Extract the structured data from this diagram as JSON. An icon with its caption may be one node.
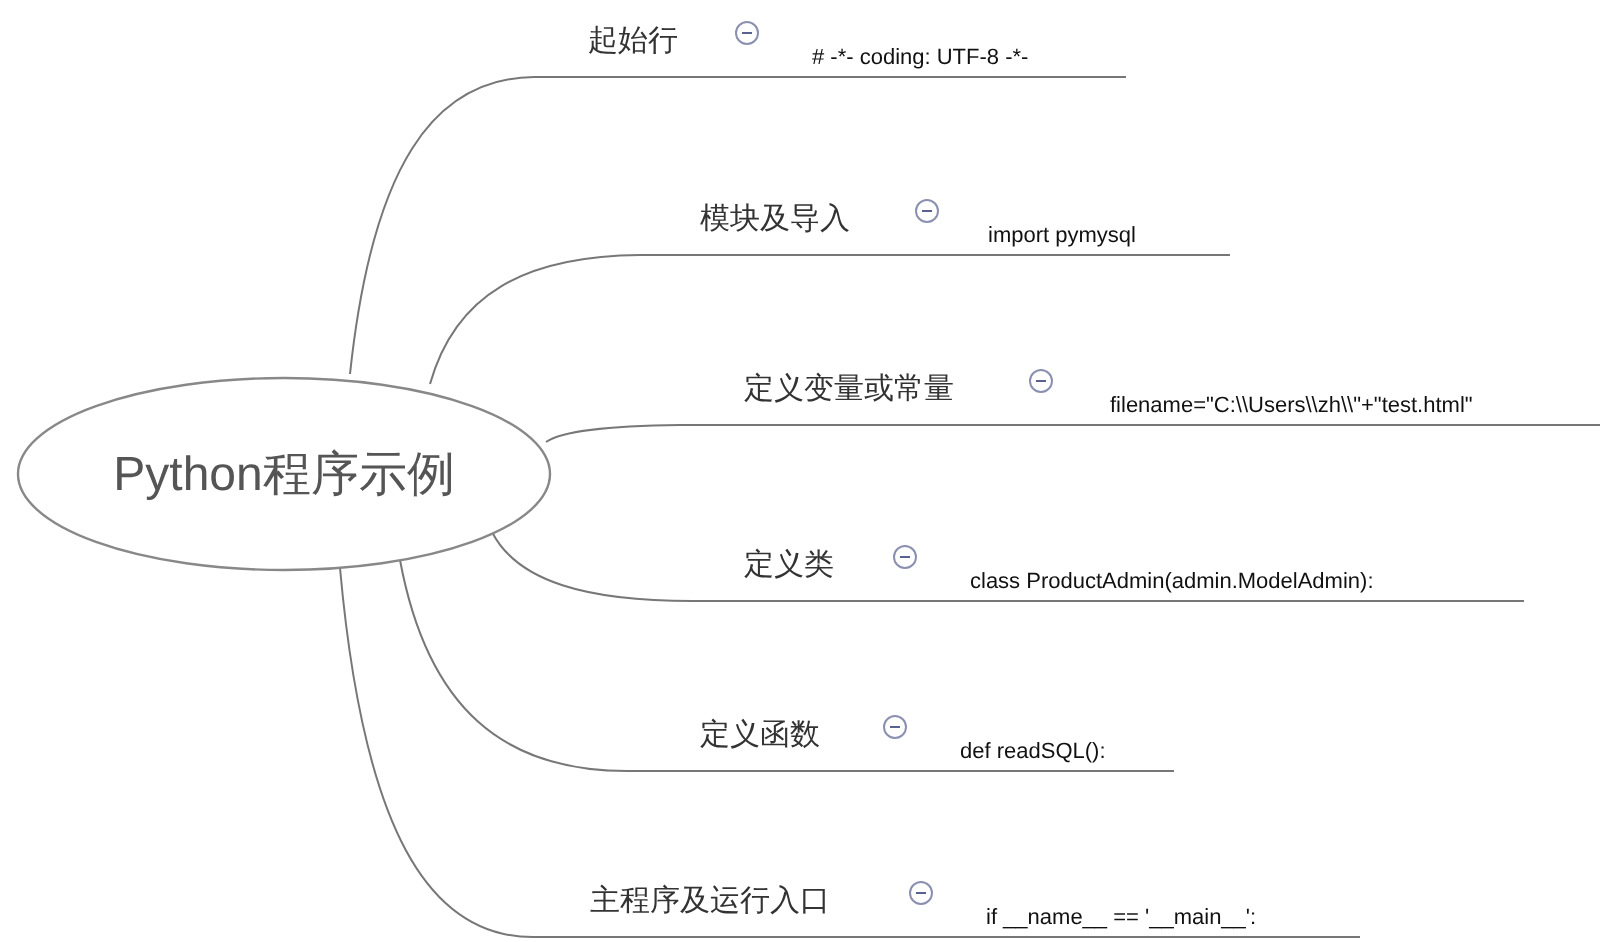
{
  "diagram": {
    "nodes": [
      {
        "text": [
          "Python程序示例"
        ]
      },
      {
        "text": [
          "起始行"
        ]
      },
      {
        "text": [
          "模块及导入"
        ]
      },
      {
        "text": [
          "定义变量或常量"
        ]
      },
      {
        "text": [
          "定义类"
        ]
      },
      {
        "text": [
          "定义函数"
        ]
      },
      {
        "text": [
          "主程序及运行入口"
        ]
      },
      {
        "text": [
          "# -*- coding: UTF-8 -*-"
        ]
      },
      {
        "text": [
          "import pymysql"
        ]
      },
      {
        "text": [
          "filename=\"C:\\\\Users\\\\zh\\\\\"+\"test.html\""
        ]
      },
      {
        "text": [
          "class ProductAdmin(admin.ModelAdmin):"
        ]
      },
      {
        "text": [
          "def readSQL():"
        ]
      },
      {
        "text": [
          "if __name__ == '__main__':"
        ]
      }
    ],
    "edges": [
      {
        "from": 0,
        "to": 1,
        "arrow": "none"
      },
      {
        "from": 0,
        "to": 2,
        "arrow": "none"
      },
      {
        "from": 0,
        "to": 3,
        "arrow": "none"
      },
      {
        "from": 0,
        "to": 4,
        "arrow": "none"
      },
      {
        "from": 0,
        "to": 5,
        "arrow": "none"
      },
      {
        "from": 0,
        "to": 6,
        "arrow": "none"
      },
      {
        "from": 1,
        "to": 7,
        "arrow": "none"
      },
      {
        "from": 2,
        "to": 8,
        "arrow": "none"
      },
      {
        "from": 3,
        "to": 9,
        "arrow": "none"
      },
      {
        "from": 4,
        "to": 10,
        "arrow": "none"
      },
      {
        "from": 5,
        "to": 11,
        "arrow": "none"
      },
      {
        "from": 6,
        "to": 12,
        "arrow": "none"
      }
    ]
  }
}
